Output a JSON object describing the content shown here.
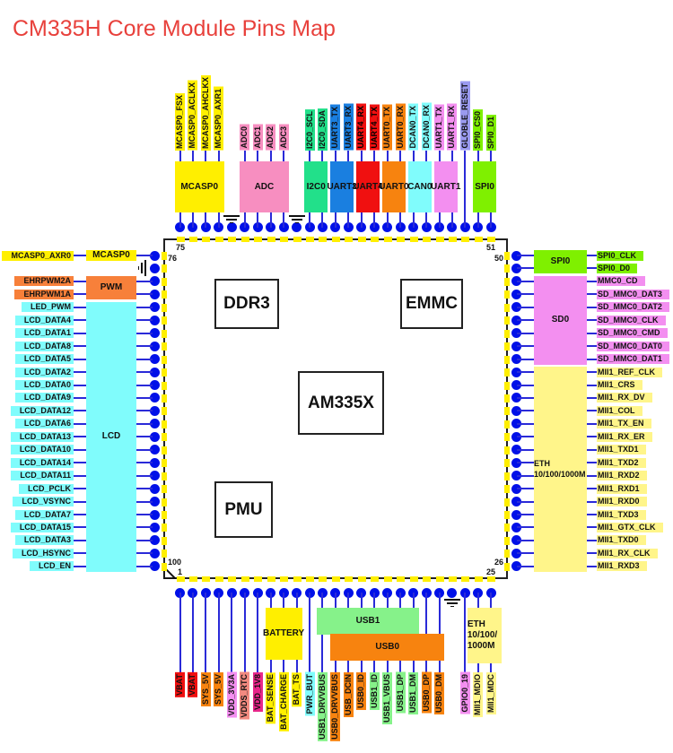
{
  "title": "CM335H Core Module Pins Map",
  "colors": {
    "yellow": "#ffef00",
    "paleyellow": "#fff58a",
    "pink": "#f78ec0",
    "green": "#22e08a",
    "blue": "#1a7fe0",
    "red": "#f01010",
    "orange": "#f7830f",
    "cyan": "#80fcfc",
    "violet": "#f38ff0",
    "lime": "#7ff000",
    "lavender": "#9a9af0",
    "magenta": "#e8278a",
    "salmon": "#f28a80",
    "lightgreen": "#86f28a",
    "pwm": "#f7803a"
  },
  "chip": {
    "pin_numbers": {
      "top_left": "75",
      "top_right": "51",
      "left_top": "76",
      "left_bottom": "100",
      "bottom_left": "1",
      "bottom_right": "25",
      "right_top": "50",
      "right_bottom": "26"
    },
    "blocks": {
      "ddr3": "DDR3",
      "emmc": "EMMC",
      "soc": "AM335X",
      "pmu": "PMU"
    }
  },
  "top": {
    "pins": [
      {
        "label": "MCASP0_FSX",
        "color": "yellow"
      },
      {
        "label": "MCASP0_ACLKX",
        "color": "yellow"
      },
      {
        "label": "MCASP0_AHCLKX",
        "color": "yellow"
      },
      {
        "label": "MCASP0_AXR1",
        "color": "yellow"
      },
      {
        "gnd": true
      },
      {
        "label": "ADC0",
        "color": "pink"
      },
      {
        "label": "ADC1",
        "color": "pink"
      },
      {
        "label": "ADC2",
        "color": "pink"
      },
      {
        "label": "ADC3",
        "color": "pink"
      },
      {
        "gnd": true
      },
      {
        "label": "I2C0_SCL",
        "color": "green"
      },
      {
        "label": "I2C0_SDA",
        "color": "green"
      },
      {
        "label": "UART3_TX",
        "color": "blue"
      },
      {
        "label": "UART3_RX",
        "color": "blue"
      },
      {
        "label": "UART4_RX",
        "color": "red"
      },
      {
        "label": "UART4_TX",
        "color": "red"
      },
      {
        "label": "UART0_TX",
        "color": "orange"
      },
      {
        "label": "UART0_RX",
        "color": "orange"
      },
      {
        "label": "DCAN0_TX",
        "color": "cyan"
      },
      {
        "label": "DCAN0_RX",
        "color": "cyan"
      },
      {
        "label": "UART1_TX",
        "color": "violet"
      },
      {
        "label": "UART1_RX",
        "color": "violet"
      },
      {
        "label": "GLOBLE_RESET",
        "color": "lavender"
      },
      {
        "label": "SPI0_CS0",
        "color": "lime"
      },
      {
        "label": "SPI0_D1",
        "color": "lime"
      }
    ],
    "groups": [
      {
        "label": "MCASP0",
        "from": 0,
        "to": 3,
        "color": "yellow"
      },
      {
        "label": "ADC",
        "from": 5,
        "to": 8,
        "color": "pink"
      },
      {
        "label": "I2C0",
        "from": 10,
        "to": 11,
        "color": "green"
      },
      {
        "label": "UART3",
        "from": 12,
        "to": 13,
        "color": "blue"
      },
      {
        "label": "UART4",
        "from": 14,
        "to": 15,
        "color": "red"
      },
      {
        "label": "UART0",
        "from": 16,
        "to": 17,
        "color": "orange"
      },
      {
        "label": "CAN0",
        "from": 18,
        "to": 19,
        "color": "cyan"
      },
      {
        "label": "UART1",
        "from": 20,
        "to": 21,
        "color": "violet"
      },
      {
        "label": "SPI0",
        "from": 23,
        "to": 24,
        "color": "lime"
      }
    ]
  },
  "bottom": {
    "pins": [
      {
        "label": "VBAT",
        "color": "red"
      },
      {
        "label": "VBAT",
        "color": "red"
      },
      {
        "label": "SYS_5V",
        "color": "orange"
      },
      {
        "label": "SYS_5V",
        "color": "orange"
      },
      {
        "label": "VDD_3V3A",
        "color": "violet"
      },
      {
        "label": "VDDS_RTC",
        "color": "salmon"
      },
      {
        "label": "VDD_1V8",
        "color": "magenta"
      },
      {
        "label": "BAT_SENSE",
        "color": "yellow"
      },
      {
        "label": "BAT_CHARGE",
        "color": "yellow"
      },
      {
        "label": "BAT_TS",
        "color": "yellow"
      },
      {
        "label": "PWR_BUT",
        "color": "cyan"
      },
      {
        "label": "USB1_DRVVBUS",
        "color": "lightgreen"
      },
      {
        "label": "USB0_DRVVBUS",
        "color": "orange"
      },
      {
        "label": "USB_DCIN",
        "color": "orange"
      },
      {
        "label": "USB0_ID",
        "color": "orange"
      },
      {
        "label": "USB1_ID",
        "color": "lightgreen"
      },
      {
        "label": "USB1_VBUS",
        "color": "lightgreen"
      },
      {
        "label": "USB1_DP",
        "color": "lightgreen"
      },
      {
        "label": "USB1_DM",
        "color": "lightgreen"
      },
      {
        "label": "USB0_DP",
        "color": "orange"
      },
      {
        "label": "USB0_DM",
        "color": "orange"
      },
      {
        "gnd": true
      },
      {
        "label": "GPIO0_19",
        "color": "violet"
      },
      {
        "label": "MII1_MDIO",
        "color": "paleyellow"
      },
      {
        "label": "MII1_MDC",
        "color": "paleyellow"
      }
    ],
    "groups": [
      {
        "label": "BATTERY",
        "from": 7,
        "to": 9,
        "color": "yellow",
        "row": 0
      },
      {
        "label": "USB1",
        "from": 11,
        "to": 18,
        "color": "lightgreen",
        "row": 0
      },
      {
        "label": "USB0",
        "from": 12,
        "to": 20,
        "color": "orange",
        "row": 1
      },
      {
        "label": "ETH 10/100/ 1000M",
        "from": 23,
        "to": 24,
        "color": "paleyellow",
        "row": 0
      }
    ]
  },
  "left": {
    "pins": [
      {
        "label": "MCASP0_AXR0",
        "color": "yellow"
      },
      {
        "gnd": true
      },
      {
        "label": "EHRPWM2A",
        "color": "pwm"
      },
      {
        "label": "EHRPWM1A",
        "color": "pwm"
      },
      {
        "label": "LED_PWM",
        "color": "cyan"
      },
      {
        "label": "LCD_DATA4",
        "color": "cyan"
      },
      {
        "label": "LCD_DATA1",
        "color": "cyan"
      },
      {
        "label": "LCD_DATA8",
        "color": "cyan"
      },
      {
        "label": "LCD_DATA5",
        "color": "cyan"
      },
      {
        "label": "LCD_DATA2",
        "color": "cyan"
      },
      {
        "label": "LCD_DATA0",
        "color": "cyan"
      },
      {
        "label": "LCD_DATA9",
        "color": "cyan"
      },
      {
        "label": "LCD_DATA12",
        "color": "cyan"
      },
      {
        "label": "LCD_DATA6",
        "color": "cyan"
      },
      {
        "label": "LCD_DATA13",
        "color": "cyan"
      },
      {
        "label": "LCD_DATA10",
        "color": "cyan"
      },
      {
        "label": "LCD_DATA14",
        "color": "cyan"
      },
      {
        "label": "LCD_DATA11",
        "color": "cyan"
      },
      {
        "label": "LCD_PCLK",
        "color": "cyan"
      },
      {
        "label": "LCD_VSYNC",
        "color": "cyan"
      },
      {
        "label": "LCD_DATA7",
        "color": "cyan"
      },
      {
        "label": "LCD_DATA15",
        "color": "cyan"
      },
      {
        "label": "LCD_DATA3",
        "color": "cyan"
      },
      {
        "label": "LCD_HSYNC",
        "color": "cyan"
      },
      {
        "label": "LCD_EN",
        "color": "cyan"
      }
    ],
    "groups": [
      {
        "label": "MCASP0",
        "from": 0,
        "to": 0,
        "color": "yellow"
      },
      {
        "label": "PWM",
        "from": 2,
        "to": 3,
        "color": "pwm"
      },
      {
        "label": "LCD",
        "from": 4,
        "to": 24,
        "color": "cyan"
      }
    ]
  },
  "right": {
    "pins": [
      {
        "label": "SPI0_CLK",
        "color": "lime"
      },
      {
        "label": "SPI0_D0",
        "color": "lime"
      },
      {
        "label": "MMC0_CD",
        "color": "violet"
      },
      {
        "label": "SD_MMC0_DAT3",
        "color": "violet"
      },
      {
        "label": "SD_MMC0_DAT2",
        "color": "violet"
      },
      {
        "label": "SD_MMC0_CLK",
        "color": "violet"
      },
      {
        "label": "SD_MMC0_CMD",
        "color": "violet"
      },
      {
        "label": "SD_MMC0_DAT0",
        "color": "violet"
      },
      {
        "label": "SD_MMC0_DAT1",
        "color": "violet"
      },
      {
        "label": "MII1_REF_CLK",
        "color": "paleyellow"
      },
      {
        "label": "MII1_CRS",
        "color": "paleyellow"
      },
      {
        "label": "MII1_RX_DV",
        "color": "paleyellow"
      },
      {
        "label": "MII1_COL",
        "color": "paleyellow"
      },
      {
        "label": "MII1_TX_EN",
        "color": "paleyellow"
      },
      {
        "label": "MII1_RX_ER",
        "color": "paleyellow"
      },
      {
        "label": "MII1_TXD1",
        "color": "paleyellow"
      },
      {
        "label": "MII1_TXD2",
        "color": "paleyellow"
      },
      {
        "label": "MII1_RXD2",
        "color": "paleyellow"
      },
      {
        "label": "MII1_RXD1",
        "color": "paleyellow"
      },
      {
        "label": "MII1_RXD0",
        "color": "paleyellow"
      },
      {
        "label": "MII1_TXD3",
        "color": "paleyellow"
      },
      {
        "label": "MII1_GTX_CLK",
        "color": "paleyellow"
      },
      {
        "label": "MII1_TXD0",
        "color": "paleyellow"
      },
      {
        "label": "MII1_RX_CLK",
        "color": "paleyellow"
      },
      {
        "label": "MII1_RXD3",
        "color": "paleyellow"
      }
    ],
    "groups": [
      {
        "label": "SPI0",
        "from": 0,
        "to": 1,
        "color": "lime"
      },
      {
        "label": "SD0",
        "from": 2,
        "to": 8,
        "color": "violet"
      },
      {
        "label": "ETH 10/100/1000M",
        "from": 9,
        "to": 24,
        "color": "paleyellow"
      }
    ]
  }
}
